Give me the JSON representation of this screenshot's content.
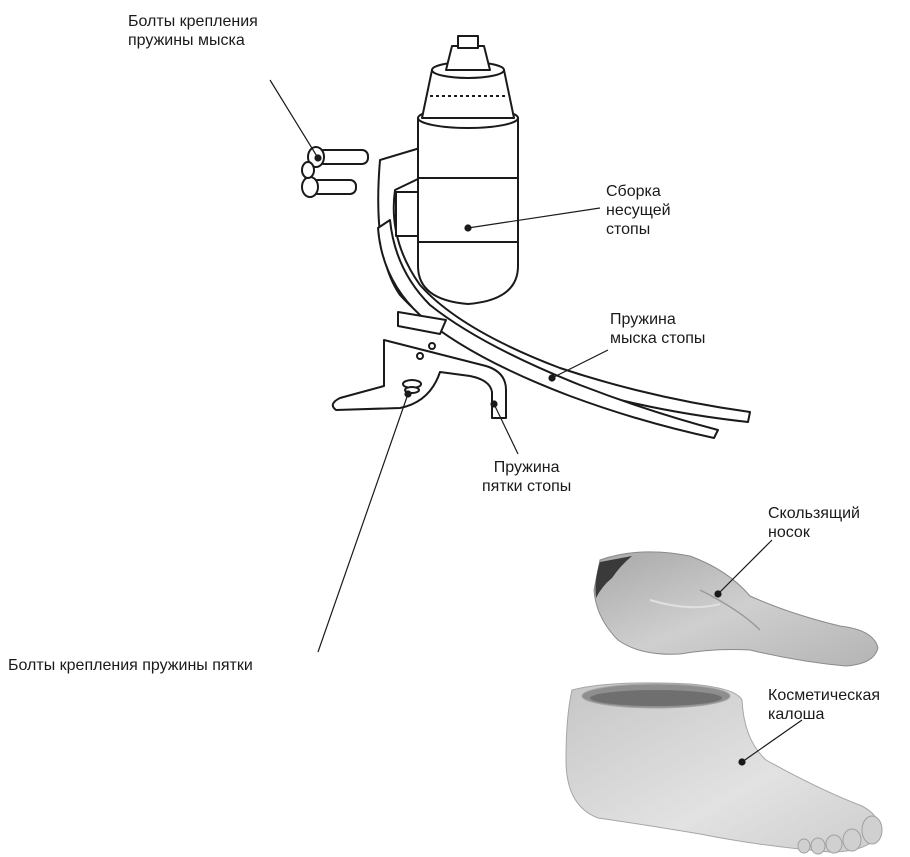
{
  "labels": {
    "toe_bolts": {
      "line1": "Болты крепления",
      "line2": "пружины мыска"
    },
    "foot_assembly": {
      "line1": "Сборка",
      "line2": "несущей",
      "line3": "стопы"
    },
    "toe_spring": {
      "line1": "Пружина",
      "line2": "мыска стопы"
    },
    "heel_spring": {
      "line1": "Пружина",
      "line2": "пятки стопы"
    },
    "heel_bolts": {
      "line1": "Болты крепления пружины пятки"
    },
    "spectra_sock": {
      "line1": "Скользящий",
      "line2": "носок"
    },
    "foot_shell": {
      "line1": "Косметическая",
      "line2": "калоша"
    }
  },
  "colors": {
    "line": "#1a1a1a",
    "sock": "#bdbdbd",
    "shell": "#d4d4d4"
  }
}
